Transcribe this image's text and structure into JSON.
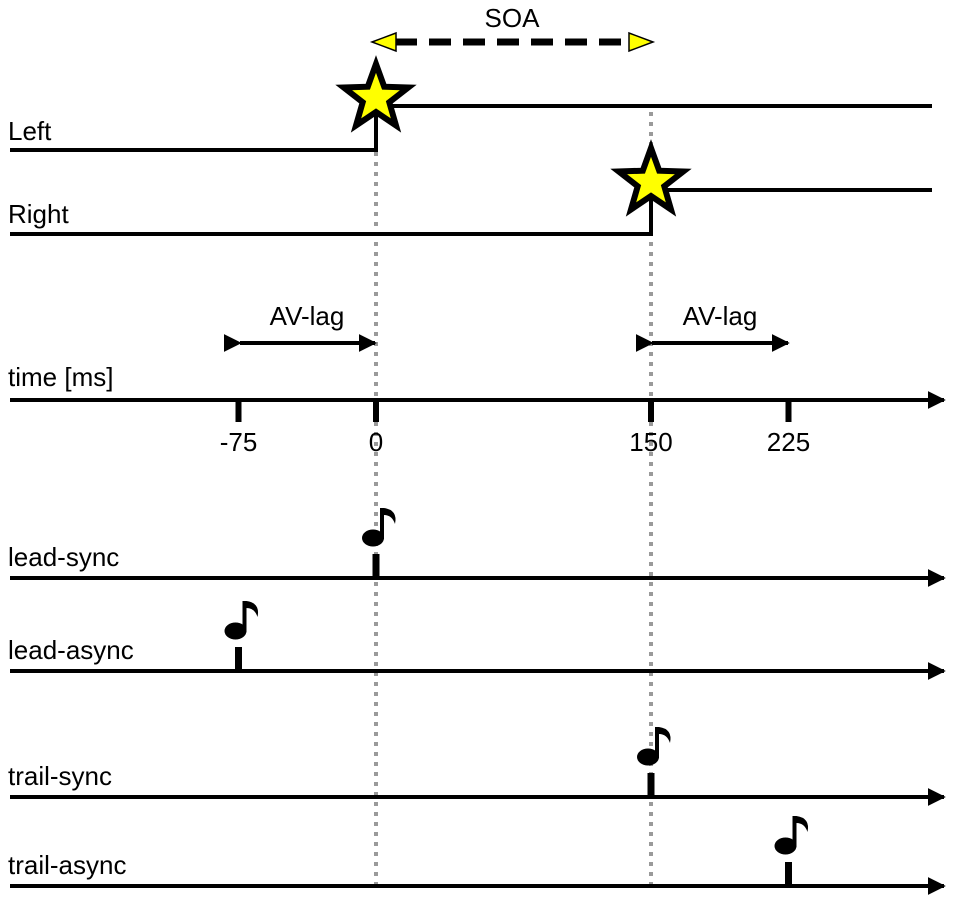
{
  "soa": {
    "label": "SOA",
    "arrow_color": "#FFFF00",
    "dash_color": "#000000"
  },
  "stimuli": {
    "left": {
      "label": "Left",
      "onset_ms": 0
    },
    "right": {
      "label": "Right",
      "onset_ms": 150
    },
    "star_fill": "#FFFF00",
    "star_stroke": "#000000"
  },
  "timeline": {
    "label": "time [ms]",
    "ticks": [
      {
        "label": "-75",
        "value": -75
      },
      {
        "label": "0",
        "value": 0
      },
      {
        "label": "150",
        "value": 150
      },
      {
        "label": "225",
        "value": 225
      }
    ],
    "av_lag_left_label": "AV-lag",
    "av_lag_right_label": "AV-lag"
  },
  "conditions": [
    {
      "label": "lead-sync",
      "sound_ms": 0
    },
    {
      "label": "lead-async",
      "sound_ms": -75
    },
    {
      "label": "trail-sync",
      "sound_ms": 150
    },
    {
      "label": "trail-async",
      "sound_ms": 225
    }
  ],
  "icons": {
    "star": "star-icon",
    "note": "music-note-icon"
  }
}
